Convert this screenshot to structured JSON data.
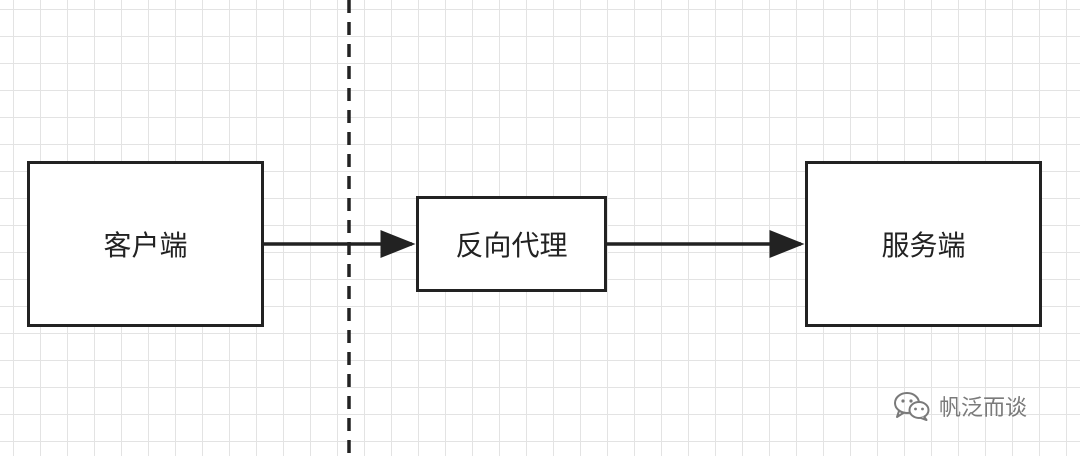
{
  "diagram": {
    "nodes": [
      {
        "id": "client",
        "label": "客户端"
      },
      {
        "id": "proxy",
        "label": "反向代理"
      },
      {
        "id": "server",
        "label": "服务端"
      }
    ],
    "edges": [
      {
        "from": "client",
        "to": "proxy"
      },
      {
        "from": "proxy",
        "to": "server"
      }
    ],
    "divider": {
      "style": "dashed"
    }
  },
  "watermark": {
    "text": "帆泛而谈",
    "icon": "wechat-icon"
  },
  "colors": {
    "stroke": "#222222",
    "grid": "#e3e3e3",
    "background": "#ffffff",
    "watermark": "#7a7a7a"
  }
}
